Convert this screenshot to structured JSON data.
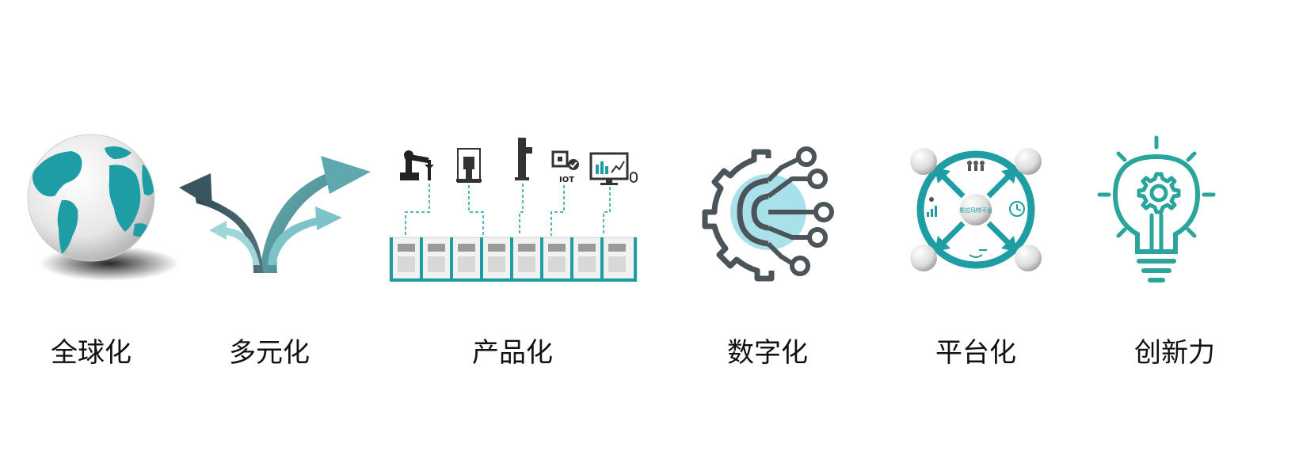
{
  "colors": {
    "teal": "#1e9ea4",
    "light_teal": "#a9e1eb",
    "dark_gray": "#4a5459",
    "text": "#111111"
  },
  "items": [
    {
      "label": "全球化",
      "icon": "globe-icon"
    },
    {
      "label": "多元化",
      "icon": "branching-arrows-icon"
    },
    {
      "label": "产品化",
      "icon": "machine-line-icon"
    },
    {
      "label": "数字化",
      "icon": "gear-circuit-icon"
    },
    {
      "label": "平台化",
      "icon": "platform-ring-icon"
    },
    {
      "label": "创新力",
      "icon": "lightbulb-gear-icon"
    }
  ],
  "product": {
    "iot_label": "IOT"
  },
  "platform": {
    "center_label": "集拉玛特平台"
  }
}
